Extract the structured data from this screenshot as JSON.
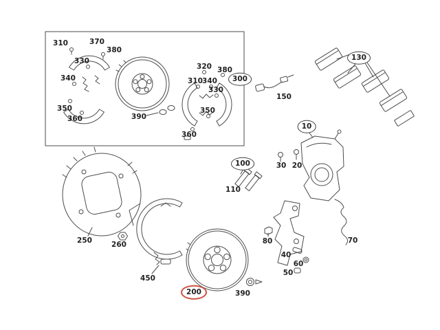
{
  "diagram": {
    "subject": "Brake system exploded parts diagram",
    "background": "#ffffff",
    "line_color": "#4a4a4a",
    "label_color": "#222222",
    "highlight_color": "#c9523f",
    "highlighted_part": "200",
    "group_labels": [
      "300",
      "130",
      "10",
      "100"
    ],
    "callouts": [
      {
        "text": "310",
        "kind": "plain"
      },
      {
        "text": "370",
        "kind": "plain"
      },
      {
        "text": "380",
        "kind": "plain"
      },
      {
        "text": "330",
        "kind": "plain"
      },
      {
        "text": "340",
        "kind": "plain"
      },
      {
        "text": "350",
        "kind": "plain"
      },
      {
        "text": "360",
        "kind": "plain"
      },
      {
        "text": "320",
        "kind": "plain"
      },
      {
        "text": "380",
        "kind": "plain"
      },
      {
        "text": "310",
        "kind": "plain"
      },
      {
        "text": "340",
        "kind": "plain"
      },
      {
        "text": "330",
        "kind": "plain"
      },
      {
        "text": "350",
        "kind": "plain"
      },
      {
        "text": "360",
        "kind": "plain"
      },
      {
        "text": "390",
        "kind": "plain"
      },
      {
        "text": "300",
        "kind": "circled"
      },
      {
        "text": "130",
        "kind": "circled"
      },
      {
        "text": "150",
        "kind": "plain"
      },
      {
        "text": "10",
        "kind": "circled"
      },
      {
        "text": "30",
        "kind": "plain"
      },
      {
        "text": "20",
        "kind": "plain"
      },
      {
        "text": "100",
        "kind": "circled"
      },
      {
        "text": "110",
        "kind": "plain"
      },
      {
        "text": "250",
        "kind": "plain"
      },
      {
        "text": "260",
        "kind": "plain"
      },
      {
        "text": "450",
        "kind": "plain"
      },
      {
        "text": "200",
        "kind": "highlighted"
      },
      {
        "text": "390",
        "kind": "plain"
      },
      {
        "text": "80",
        "kind": "plain"
      },
      {
        "text": "40",
        "kind": "plain"
      },
      {
        "text": "60",
        "kind": "plain"
      },
      {
        "text": "50",
        "kind": "plain"
      },
      {
        "text": "70",
        "kind": "plain"
      }
    ]
  }
}
